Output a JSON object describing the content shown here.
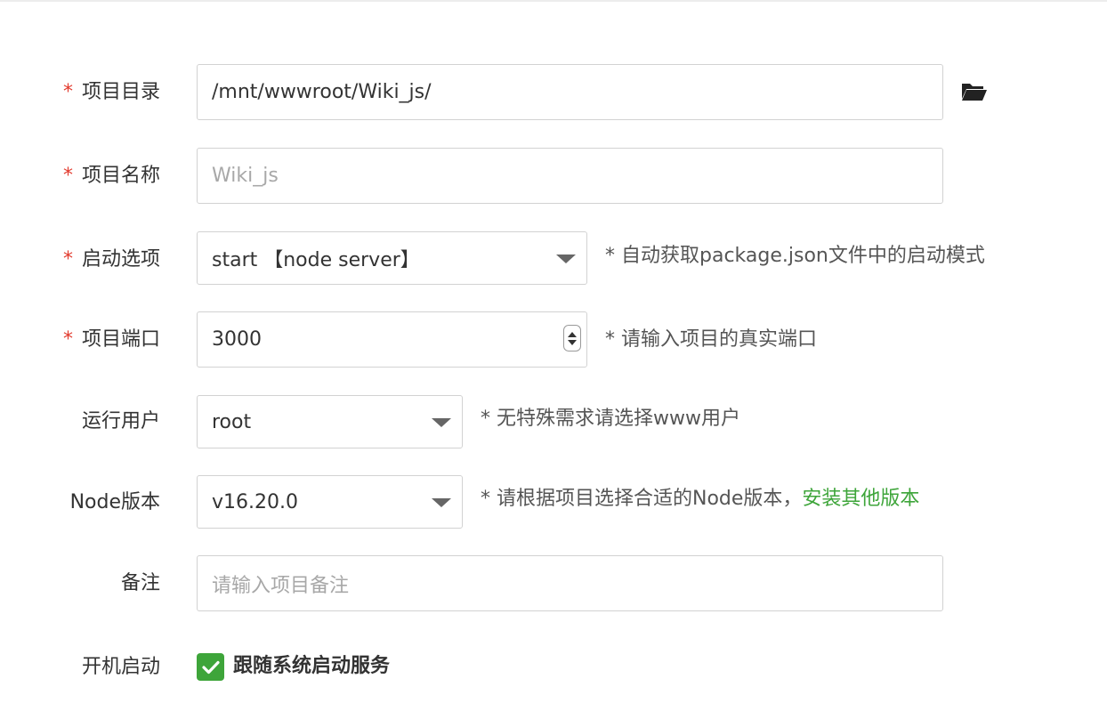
{
  "form": {
    "project_dir": {
      "label": "项目目录",
      "required_mark": "*",
      "value": "/mnt/wwwroot/Wiki_js/",
      "browse_icon": "folder-open-icon"
    },
    "project_name": {
      "label": "项目名称",
      "required_mark": "*",
      "placeholder": "Wiki_js"
    },
    "start_option": {
      "label": "启动选项",
      "required_mark": "*",
      "selected": "start 【node server】",
      "hint": "* 自动获取package.json文件中的启动模式"
    },
    "project_port": {
      "label": "项目端口",
      "required_mark": "*",
      "value": "3000",
      "hint": "* 请输入项目的真实端口"
    },
    "run_user": {
      "label": "运行用户",
      "selected": "root",
      "hint": "* 无特殊需求请选择www用户"
    },
    "node_version": {
      "label": "Node版本",
      "selected": "v16.20.0",
      "hint": "* 请根据项目选择合适的Node版本，",
      "hint_link": "安装其他版本"
    },
    "remark": {
      "label": "备注",
      "placeholder": "请输入项目备注"
    },
    "autostart": {
      "label": "开机启动",
      "checked": true,
      "checkbox_label": "跟随系统启动服务"
    }
  },
  "colors": {
    "required": "#e23b2e",
    "accent_green": "#3ea53a",
    "border": "#d2d2d2"
  }
}
